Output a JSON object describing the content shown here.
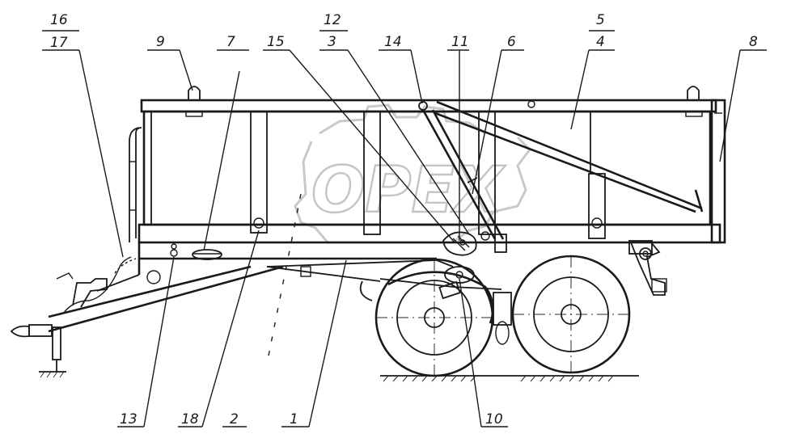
{
  "drawing": {
    "watermark_text": "OPEX",
    "labels": [
      {
        "id": "16",
        "text": "16"
      },
      {
        "id": "17",
        "text": "17"
      },
      {
        "id": "9",
        "text": "9"
      },
      {
        "id": "7",
        "text": "7"
      },
      {
        "id": "15",
        "text": "15"
      },
      {
        "id": "12",
        "text": "12"
      },
      {
        "id": "3",
        "text": "3"
      },
      {
        "id": "14",
        "text": "14"
      },
      {
        "id": "11",
        "text": "11"
      },
      {
        "id": "6",
        "text": "6"
      },
      {
        "id": "5",
        "text": "5"
      },
      {
        "id": "4",
        "text": "4"
      },
      {
        "id": "8",
        "text": "8"
      },
      {
        "id": "13",
        "text": "13"
      },
      {
        "id": "18",
        "text": "18"
      },
      {
        "id": "2",
        "text": "2"
      },
      {
        "id": "1",
        "text": "1"
      },
      {
        "id": "10",
        "text": "10"
      }
    ]
  }
}
